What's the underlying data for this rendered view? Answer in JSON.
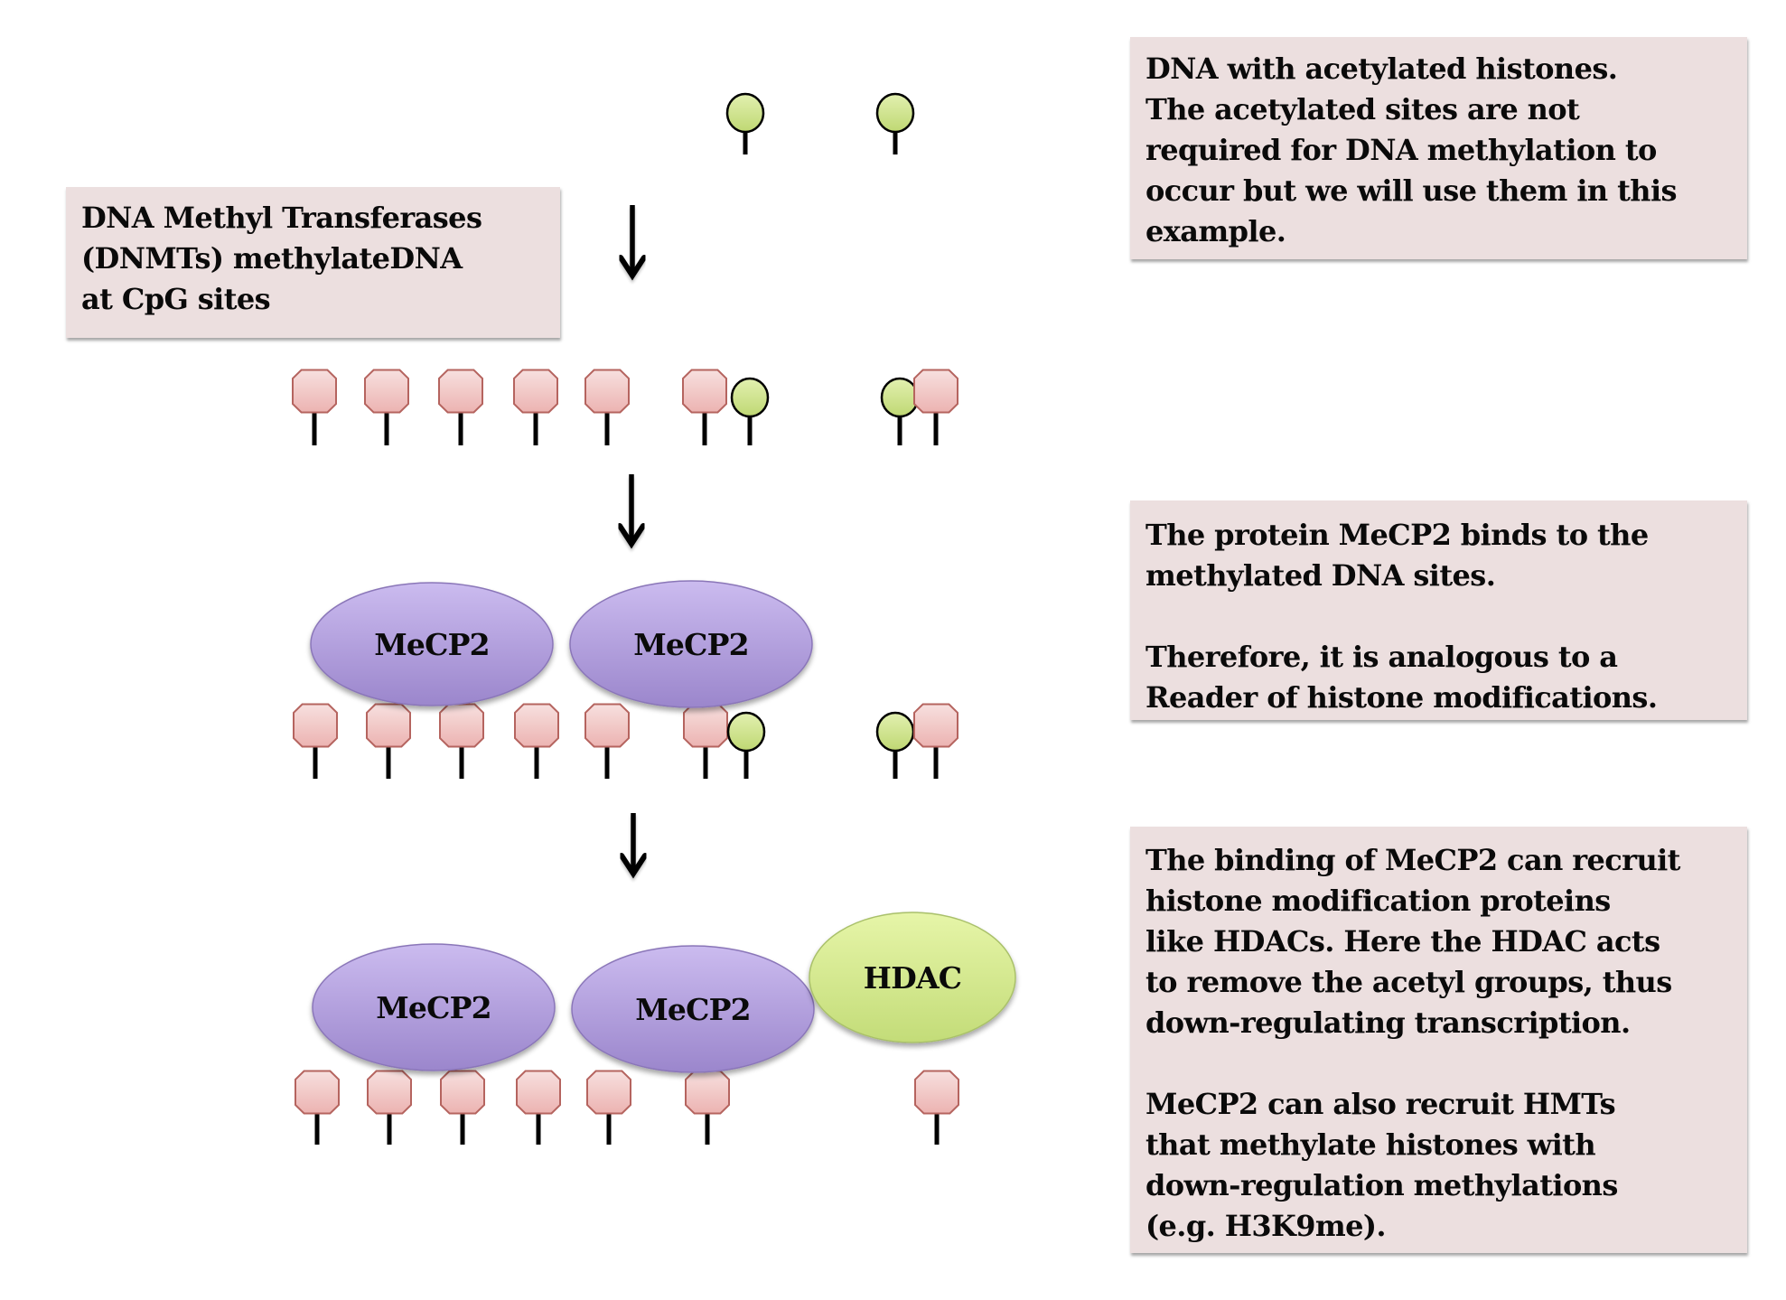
{
  "figure": {
    "title": "DNA methylation and MeCP2 recruitment of histone modifiers",
    "colors": {
      "strand": "#000000",
      "methyl_fill_top": "#f7e0df",
      "methyl_fill_bottom": "#ecb3b1",
      "methyl_stroke": "#b5645f",
      "acetyl_fill_top": "#e2f0b0",
      "acetyl_fill_bottom": "#bfd873",
      "acetyl_stroke": "#000000",
      "mecp2_fill_top": "#cbbbef",
      "mecp2_fill_bottom": "#9b86cc",
      "hdac_fill_top": "#e6f5a8",
      "hdac_fill_bottom": "#c3dc78",
      "note_background": "#ecdfdf"
    },
    "legend_semantics": {
      "acetyl_mark": "acetylated histone site (green circle)",
      "methyl_mark": "methylated CpG site (pink octagon)"
    }
  },
  "notes": {
    "acetylated": {
      "paragraphs": [
        "DNA with acetylated histones.\nThe acetylated sites are not\nrequired for DNA methylation to\noccur but we will use them in this\nexample."
      ]
    },
    "dnmt": {
      "paragraphs": [
        "DNA Methyl Transferases\n(DNMTs) methylateDNA\nat CpG sites"
      ]
    },
    "reader": {
      "paragraphs": [
        "The protein MeCP2 binds to the\nmethylated DNA sites.",
        "Therefore, it is analogous to a\nReader of histone modifications."
      ]
    },
    "hdac": {
      "paragraphs": [
        "The binding of MeCP2 can recruit\nhistone modification proteins\nlike HDACs. Here the HDAC acts\nto remove the acetyl groups, thus\ndown-regulating transcription.",
        "MeCP2 can also recruit HMTs\nthat methylate histones with\ndown-regulation methylations\n(e.g. H3K9me)."
      ]
    }
  },
  "stages": [
    {
      "name": "acetylated-dna",
      "marks": [
        "acetyl",
        "acetyl"
      ],
      "proteins": []
    },
    {
      "name": "methylated-dna",
      "marks": [
        "methyl",
        "methyl",
        "methyl",
        "methyl",
        "methyl",
        "methyl",
        "acetyl",
        "acetyl",
        "methyl"
      ],
      "proteins": []
    },
    {
      "name": "mecp2-bound-dna",
      "marks": [
        "methyl",
        "methyl",
        "methyl",
        "methyl",
        "methyl",
        "methyl",
        "acetyl",
        "acetyl",
        "methyl"
      ],
      "proteins": [
        {
          "kind": "mecp2",
          "label": "MeCP2"
        },
        {
          "kind": "mecp2",
          "label": "MeCP2"
        }
      ]
    },
    {
      "name": "hdac-recruited-dna",
      "marks": [
        "methyl",
        "methyl",
        "methyl",
        "methyl",
        "methyl",
        "methyl",
        "methyl"
      ],
      "proteins": [
        {
          "kind": "mecp2",
          "label": "MeCP2"
        },
        {
          "kind": "mecp2",
          "label": "MeCP2"
        },
        {
          "kind": "hdac",
          "label": "HDAC"
        }
      ]
    }
  ],
  "arrows": [
    {
      "from": "acetylated-dna",
      "to": "methylated-dna",
      "direction": "down"
    },
    {
      "from": "methylated-dna",
      "to": "mecp2-bound-dna",
      "direction": "down"
    },
    {
      "from": "mecp2-bound-dna",
      "to": "hdac-recruited-dna",
      "direction": "down"
    }
  ]
}
